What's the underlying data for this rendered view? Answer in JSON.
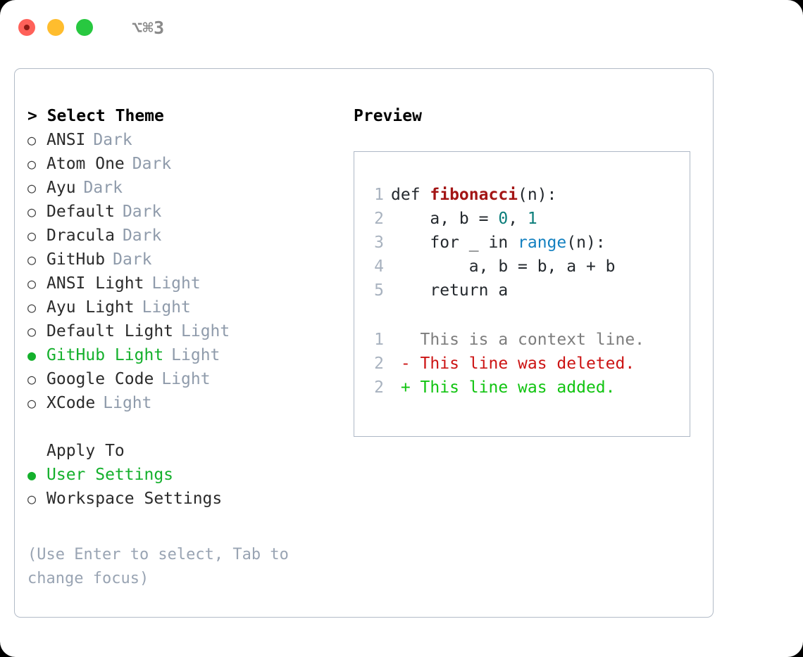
{
  "titlebar": {
    "shortcut": "⌥⌘3",
    "lights": [
      {
        "name": "close",
        "color": "#ff6159"
      },
      {
        "name": "minimize",
        "color": "#ffbd2e"
      },
      {
        "name": "maximize",
        "color": "#28c840"
      }
    ]
  },
  "theme_picker": {
    "header": "> Select Theme",
    "items": [
      {
        "marker": "○",
        "label": "ANSI",
        "tag": "Dark",
        "selected": false
      },
      {
        "marker": "○",
        "label": "Atom One",
        "tag": "Dark",
        "selected": false
      },
      {
        "marker": "○",
        "label": "Ayu",
        "tag": "Dark",
        "selected": false
      },
      {
        "marker": "○",
        "label": "Default",
        "tag": "Dark",
        "selected": false
      },
      {
        "marker": "○",
        "label": "Dracula",
        "tag": "Dark",
        "selected": false
      },
      {
        "marker": "○",
        "label": "GitHub",
        "tag": "Dark",
        "selected": false
      },
      {
        "marker": "○",
        "label": "ANSI Light",
        "tag": "Light",
        "selected": false
      },
      {
        "marker": "○",
        "label": "Ayu Light",
        "tag": "Light",
        "selected": false
      },
      {
        "marker": "○",
        "label": "Default Light",
        "tag": "Light",
        "selected": false
      },
      {
        "marker": "●",
        "label": "GitHub Light",
        "tag": "Light",
        "selected": true
      },
      {
        "marker": "○",
        "label": "Google Code",
        "tag": "Light",
        "selected": false
      },
      {
        "marker": "○",
        "label": "XCode",
        "tag": "Light",
        "selected": false
      }
    ]
  },
  "apply_to": {
    "header": "Apply To",
    "items": [
      {
        "marker": "●",
        "label": "User Settings",
        "selected": true
      },
      {
        "marker": "○",
        "label": "Workspace Settings",
        "selected": false
      }
    ]
  },
  "help": {
    "text": "(Use Enter to select, Tab to change focus)"
  },
  "preview": {
    "title": "Preview",
    "code_lines": [
      {
        "no": "1",
        "segments": [
          {
            "t": "def ",
            "c": "tok-def"
          },
          {
            "t": "fibonacci",
            "c": "tok-fn"
          },
          {
            "t": "(n):",
            "c": "code-text"
          }
        ]
      },
      {
        "no": "2",
        "segments": [
          {
            "t": "    a, b = ",
            "c": "code-text"
          },
          {
            "t": "0",
            "c": "tok-num"
          },
          {
            "t": ", ",
            "c": "code-text"
          },
          {
            "t": "1",
            "c": "tok-num"
          }
        ]
      },
      {
        "no": "3",
        "segments": [
          {
            "t": "    for _ in ",
            "c": "code-text"
          },
          {
            "t": "range",
            "c": "tok-call"
          },
          {
            "t": "(n):",
            "c": "code-text"
          }
        ]
      },
      {
        "no": "4",
        "segments": [
          {
            "t": "        a, b = b, a + b",
            "c": "code-text"
          }
        ]
      },
      {
        "no": "5",
        "segments": [
          {
            "t": "    return a",
            "c": "code-text"
          }
        ]
      }
    ],
    "diff_lines": [
      {
        "no": "1",
        "segments": [
          {
            "t": "   This is a context line.",
            "c": "diff-ctx"
          }
        ]
      },
      {
        "no": "2",
        "segments": [
          {
            "t": " - This line was deleted.",
            "c": "diff-del"
          }
        ]
      },
      {
        "no": "2",
        "segments": [
          {
            "t": " + This line was added.",
            "c": "diff-add"
          }
        ]
      }
    ]
  },
  "colors": {
    "accent_green": "#14b02c",
    "muted": "#8f9bab",
    "border": "#b2bbc7",
    "diff_add": "#11c411",
    "diff_del": "#cc1414",
    "syntax_function": "#a31515",
    "syntax_number": "#0a7d7a",
    "syntax_call": "#1380c0"
  }
}
